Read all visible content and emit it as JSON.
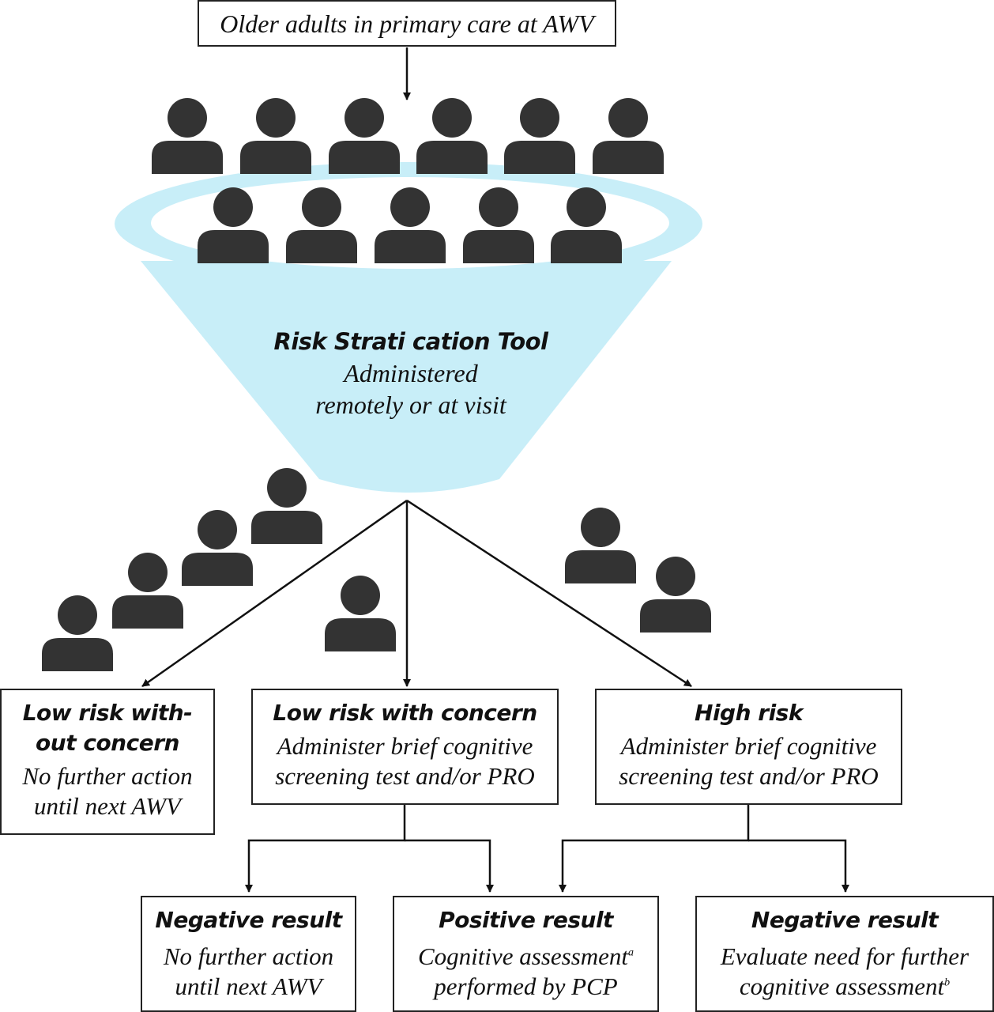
{
  "top_box": {
    "text": "Older adults in primary care at AWV"
  },
  "funnel": {
    "title": "Risk Strati cation Tool",
    "subtitle_line1": "Administered",
    "subtitle_line2": "remotely or at visit",
    "fill_color": "#c8eef8"
  },
  "level1": [
    {
      "title_line1": "Low risk with-",
      "title_line2": "out concern",
      "body_line1": "No further action",
      "body_line2": "until next AWV"
    },
    {
      "title_line1": "Low risk with concern",
      "body_line1": "Administer brief cognitive",
      "body_line2": "screening test and/or PRO"
    },
    {
      "title_line1": "High risk",
      "body_line1": "Administer brief cognitive",
      "body_line2": "screening test and/or PRO"
    }
  ],
  "level2": [
    {
      "title": "Negative result",
      "body_line1": "No further action",
      "body_line2": "until next AWV"
    },
    {
      "title": "Positive result",
      "body_line1": "Cognitive assessment",
      "body_line1_sup": "a",
      "body_line2": "performed by PCP"
    },
    {
      "title": "Negative result",
      "body_line1": "Evaluate need for further",
      "body_line2": "cognitive assessment",
      "body_line2_sup": "b"
    }
  ],
  "icons": {
    "person": "person-icon",
    "color": "#333333",
    "line_color": "#111111"
  }
}
